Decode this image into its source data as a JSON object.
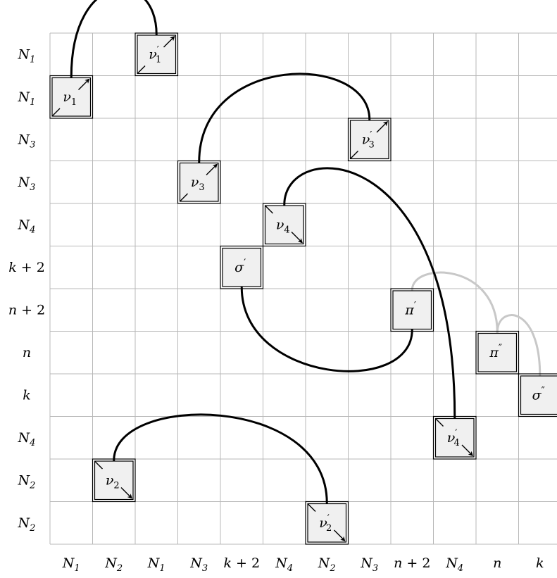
{
  "row_labels": [
    "N1",
    "N1",
    "N3",
    "N3",
    "N4",
    "k+2",
    "n+2",
    "n",
    "k",
    "N4",
    "N2",
    "N2"
  ],
  "column_labels": [
    "N1",
    "N2",
    "N1",
    "N3",
    "k+2",
    "N4",
    "N2",
    "N3",
    "n+2",
    "N4",
    "n",
    "k"
  ],
  "boxes": [
    {
      "id": "nu1",
      "base": "ν",
      "sub": "1",
      "prime": "",
      "col": 0,
      "row": 1,
      "arrow": "ne"
    },
    {
      "id": "nu1p",
      "base": "ν",
      "sub": "1",
      "prime": "′",
      "col": 2,
      "row": 0,
      "arrow": "ne"
    },
    {
      "id": "nu3",
      "base": "ν",
      "sub": "3",
      "prime": "",
      "col": 3,
      "row": 3,
      "arrow": "ne"
    },
    {
      "id": "nu3p",
      "base": "ν",
      "sub": "3",
      "prime": "′",
      "col": 7,
      "row": 2,
      "arrow": "ne"
    },
    {
      "id": "nu4",
      "base": "ν",
      "sub": "4",
      "prime": "",
      "col": 5,
      "row": 4,
      "arrow": "se"
    },
    {
      "id": "sigp",
      "base": "σ",
      "sub": "",
      "prime": "′",
      "col": 4,
      "row": 5,
      "arrow": ""
    },
    {
      "id": "pip",
      "base": "π",
      "sub": "",
      "prime": "′",
      "col": 8,
      "row": 6,
      "arrow": ""
    },
    {
      "id": "pipp",
      "base": "π",
      "sub": "",
      "prime": "″",
      "col": 10,
      "row": 7,
      "arrow": ""
    },
    {
      "id": "sigpp",
      "base": "σ",
      "sub": "",
      "prime": "″",
      "col": 11,
      "row": 8,
      "arrow": ""
    },
    {
      "id": "nu4p",
      "base": "ν",
      "sub": "4",
      "prime": "′",
      "col": 9,
      "row": 9,
      "arrow": "se"
    },
    {
      "id": "nu2",
      "base": "ν",
      "sub": "2",
      "prime": "",
      "col": 1,
      "row": 10,
      "arrow": "se"
    },
    {
      "id": "nu2p",
      "base": "ν",
      "sub": "2",
      "prime": "′",
      "col": 6,
      "row": 11,
      "arrow": "se"
    }
  ],
  "arcs": [
    {
      "from": "nu1",
      "to": "nu1p",
      "color": "black"
    },
    {
      "from": "nu3",
      "to": "nu3p",
      "color": "black"
    },
    {
      "from": "nu4",
      "to": "nu4p",
      "color": "black"
    },
    {
      "from": "sigp",
      "to": "pip",
      "color": "black"
    },
    {
      "from": "nu2",
      "to": "nu2p",
      "color": "black"
    },
    {
      "from": "pip",
      "to": "pipp",
      "color": "gray"
    },
    {
      "from": "pipp",
      "to": "sigpp",
      "color": "gray"
    }
  ]
}
